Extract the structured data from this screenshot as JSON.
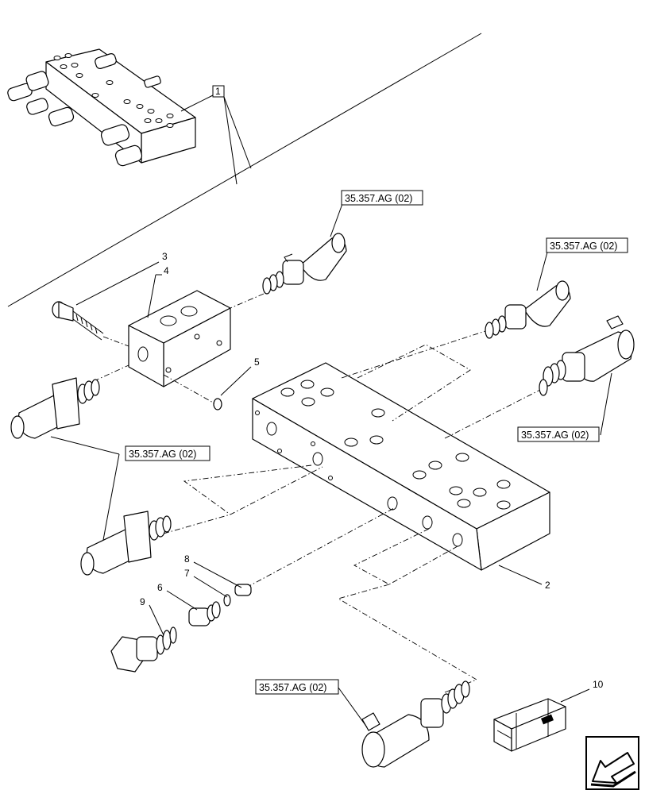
{
  "references": {
    "top_center": "35.357.AG (02)",
    "top_right": "35.357.AG (02)",
    "mid_right": "35.357.AG (02)",
    "mid_left": "35.357.AG (02)",
    "bottom": "35.357.AG (02)"
  },
  "callouts": {
    "p1": "1",
    "p2": "2",
    "p3": "3",
    "p4": "4",
    "p5": "5",
    "p6": "6",
    "p7": "7",
    "p8": "8",
    "p9": "9",
    "p10": "10"
  },
  "icons": {
    "nav": "arrow-icon"
  }
}
